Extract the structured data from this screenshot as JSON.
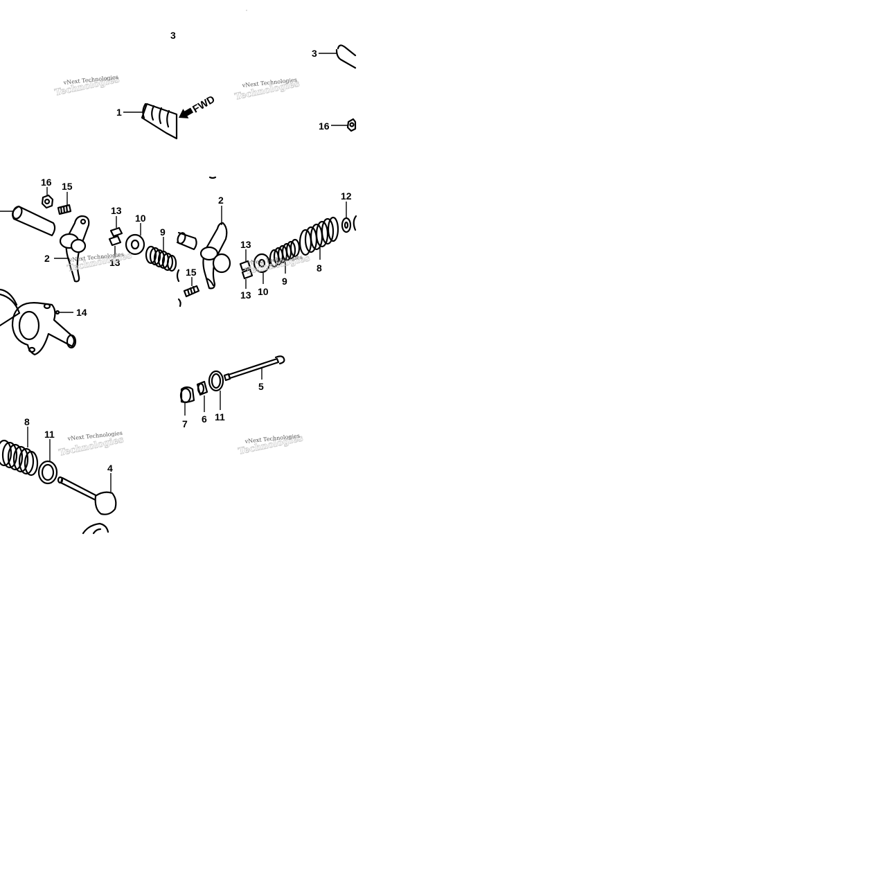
{
  "diagram": {
    "callouts": {
      "c3_top": "3",
      "c3_right": "3",
      "c1": "1",
      "c16_right": "16",
      "c16_left": "16",
      "c15_left": "15",
      "c13_a": "13",
      "c13_b": "13",
      "c10_left": "10",
      "c9_left": "9",
      "c2_left": "2",
      "c14": "14",
      "c2_right": "2",
      "c12": "12",
      "c13_c": "13",
      "c13_d": "13",
      "c10_right": "10",
      "c9_right": "9",
      "c8_right": "8",
      "c15_right": "15",
      "c5": "5",
      "c7": "7",
      "c6": "6",
      "c11_mid": "11",
      "c8_left": "8",
      "c11_left": "11",
      "c4": "4"
    },
    "fwd_label": "FWD",
    "watermark": {
      "line1": "vNext Technologies",
      "ghost": "Technologies"
    },
    "icons": [
      "fwd-arrow-icon"
    ]
  }
}
